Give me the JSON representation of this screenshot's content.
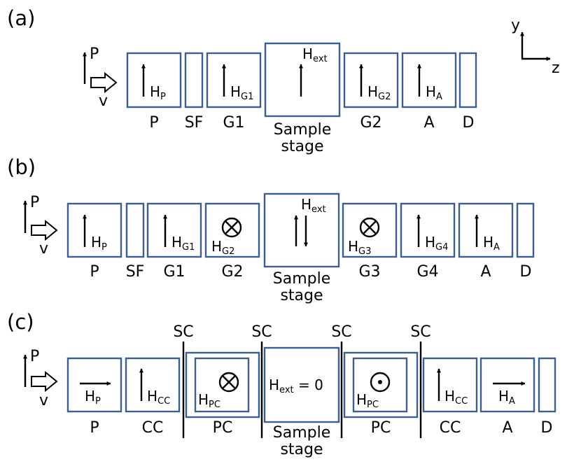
{
  "colors": {
    "box_stroke": "#3e5f8a",
    "ink": "#000000",
    "background": "#ffffff"
  },
  "axes": {
    "y": "y",
    "z": "z"
  },
  "panel_a": {
    "tag": "(a)",
    "pol": {
      "P": "P",
      "v": "v"
    },
    "fields": {
      "hp": {
        "base": "H",
        "sub": "P"
      },
      "hg1": {
        "base": "H",
        "sub": "G1"
      },
      "hext": {
        "base": "H",
        "sub": "ext"
      },
      "hg2": {
        "base": "H",
        "sub": "G2"
      },
      "ha": {
        "base": "H",
        "sub": "A"
      }
    },
    "labels": {
      "p": "P",
      "sf": "SF",
      "g1": "G1",
      "sample_line1": "Sample",
      "sample_line2": "stage",
      "g2": "G2",
      "a": "A",
      "d": "D"
    }
  },
  "panel_b": {
    "tag": "(b)",
    "pol": {
      "P": "P",
      "v": "v"
    },
    "fields": {
      "hp": {
        "base": "H",
        "sub": "P"
      },
      "hg1": {
        "base": "H",
        "sub": "G1"
      },
      "hg2": {
        "base": "H",
        "sub": "G2"
      },
      "hext": {
        "base": "H",
        "sub": "ext"
      },
      "hg3": {
        "base": "H",
        "sub": "G3"
      },
      "hg4": {
        "base": "H",
        "sub": "G4"
      },
      "ha": {
        "base": "H",
        "sub": "A"
      }
    },
    "labels": {
      "p": "P",
      "sf": "SF",
      "g1": "G1",
      "g2": "G2",
      "sample_line1": "Sample",
      "sample_line2": "stage",
      "g3": "G3",
      "g4": "G4",
      "a": "A",
      "d": "D"
    }
  },
  "panel_c": {
    "tag": "(c)",
    "pol": {
      "P": "P",
      "v": "v"
    },
    "sc": "SC",
    "fields": {
      "hp": {
        "base": "H",
        "sub": "P"
      },
      "hcc1": {
        "base": "H",
        "sub": "CC"
      },
      "hpc1": {
        "base": "H",
        "sub": "PC"
      },
      "hext": {
        "base": "H",
        "sub": "ext",
        "tail": " = 0"
      },
      "hpc2": {
        "base": "H",
        "sub": "PC"
      },
      "hcc2": {
        "base": "H",
        "sub": "CC"
      },
      "ha": {
        "base": "H",
        "sub": "A"
      }
    },
    "labels": {
      "p": "P",
      "cc1": "CC",
      "pc1": "PC",
      "sample_line1": "Sample",
      "sample_line2": "stage",
      "pc2": "PC",
      "cc2": "CC",
      "a": "A",
      "d": "D"
    }
  }
}
